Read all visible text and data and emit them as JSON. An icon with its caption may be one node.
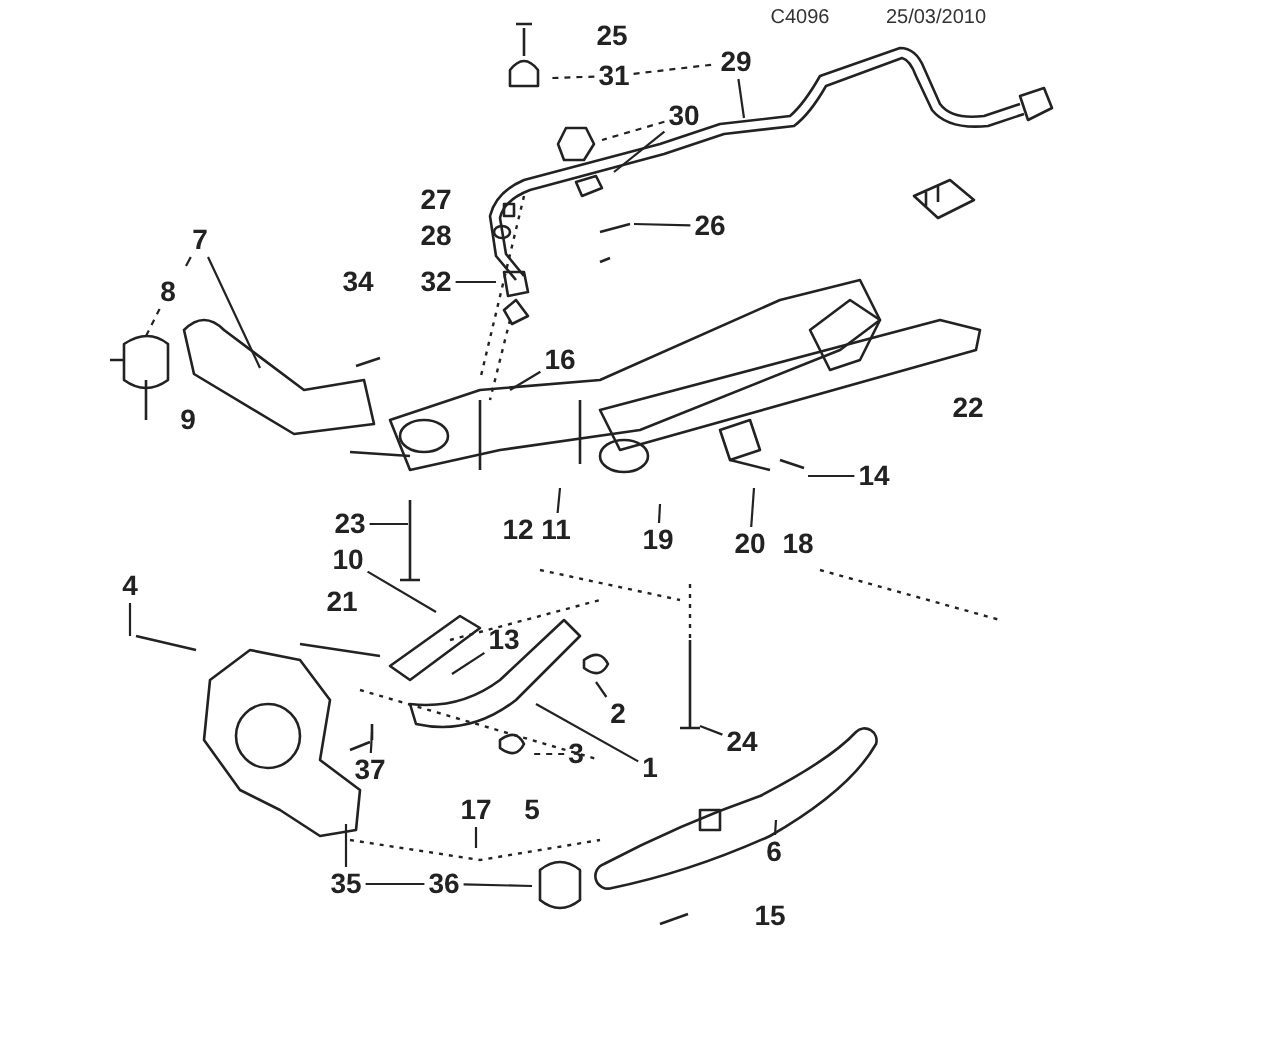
{
  "diagram": {
    "nodes": [
      {
        "text": [
          "29"
        ]
      },
      {
        "text": [
          "31"
        ]
      },
      {
        "text": [
          "30"
        ]
      },
      {
        "text": [
          "26"
        ]
      },
      {
        "text": [
          "7"
        ]
      },
      {
        "text": [
          "32"
        ]
      },
      {
        "text": [
          "8"
        ]
      },
      {
        "text": [
          "16"
        ]
      },
      {
        "text": [
          "14"
        ]
      },
      {
        "text": [
          "23"
        ]
      },
      {
        "text": [
          "10"
        ]
      },
      {
        "text": [
          "13"
        ]
      },
      {
        "text": [
          "11"
        ]
      },
      {
        "text": [
          "19"
        ]
      },
      {
        "text": [
          "20"
        ]
      },
      {
        "text": [
          "4"
        ]
      },
      {
        "text": [
          "2"
        ]
      },
      {
        "text": [
          "37"
        ]
      },
      {
        "text": [
          "3"
        ]
      },
      {
        "text": [
          "24"
        ]
      },
      {
        "text": [
          "1"
        ]
      },
      {
        "text": [
          "17"
        ]
      },
      {
        "text": [
          "6"
        ]
      },
      {
        "text": [
          "35"
        ]
      },
      {
        "text": [
          "36"
        ]
      }
    ],
    "edges": [
      {
        "from": 0,
        "to": null,
        "arrow": "none"
      },
      {
        "from": 1,
        "to": 0,
        "arrow": "none",
        "style": "dashed"
      },
      {
        "from": 1,
        "to": null,
        "arrow": "none",
        "style": "dashed"
      },
      {
        "from": 2,
        "to": null,
        "arrow": "none",
        "style": "dashed"
      },
      {
        "from": 2,
        "to": null,
        "arrow": "none"
      },
      {
        "from": 3,
        "to": null,
        "arrow": "none"
      },
      {
        "from": 4,
        "to": null,
        "arrow": "none"
      },
      {
        "from": 4,
        "to": null,
        "arrow": "none"
      },
      {
        "from": 5,
        "to": null,
        "arrow": "none"
      },
      {
        "from": 6,
        "to": null,
        "arrow": "none",
        "style": "dashed"
      },
      {
        "from": 7,
        "to": null,
        "arrow": "none"
      },
      {
        "from": 8,
        "to": null,
        "arrow": "none"
      },
      {
        "from": 9,
        "to": null,
        "arrow": "none"
      },
      {
        "from": 10,
        "to": null,
        "arrow": "none"
      },
      {
        "from": 11,
        "to": null,
        "arrow": "none"
      },
      {
        "from": 12,
        "to": null,
        "arrow": "none"
      },
      {
        "from": 13,
        "to": null,
        "arrow": "none"
      },
      {
        "from": 14,
        "to": null,
        "arrow": "none"
      },
      {
        "from": 15,
        "to": null,
        "arrow": "none"
      },
      {
        "from": 16,
        "to": null,
        "arrow": "none"
      },
      {
        "from": 17,
        "to": null,
        "arrow": "none"
      },
      {
        "from": 18,
        "to": null,
        "arrow": "none",
        "style": "dashed"
      },
      {
        "from": 20,
        "to": null,
        "arrow": "none"
      },
      {
        "from": 19,
        "to": null,
        "arrow": "none"
      },
      {
        "from": 21,
        "to": null,
        "arrow": "none"
      },
      {
        "from": 22,
        "to": null,
        "arrow": "none"
      },
      {
        "from": 23,
        "to": null,
        "arrow": "none"
      },
      {
        "from": 23,
        "to": 24,
        "arrow": "none"
      },
      {
        "from": 24,
        "to": null,
        "arrow": "none"
      }
    ],
    "labels": [
      "C4096",
      "25/03/2010",
      "25",
      "27",
      "28",
      "34",
      "9",
      "22",
      "12",
      "18",
      "21",
      "5",
      "15"
    ]
  }
}
